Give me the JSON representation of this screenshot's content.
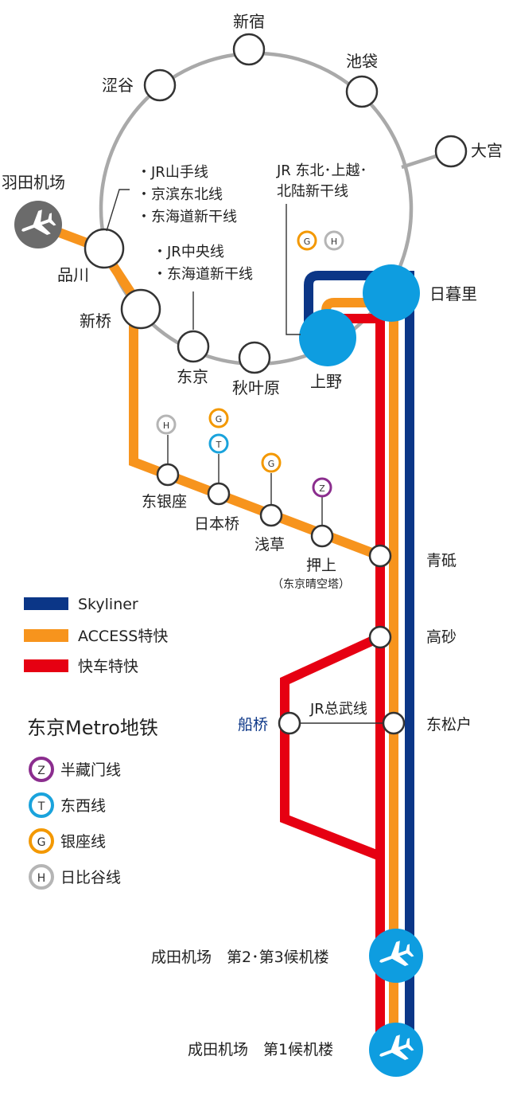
{
  "colors": {
    "skyliner": "#0b3687",
    "access": "#f7941d",
    "kaisoku": "#e60012",
    "jr_ring": "#a9a9a9",
    "airport_gray": "#6b6b6b",
    "airport_blue": "#0e9de0",
    "hanzomon": "#8b2d8e",
    "tozai": "#1aa3dc",
    "ginza": "#f39800",
    "hibiya": "#b5b5b5",
    "funabashi_text": "#0b3687"
  },
  "jr_ring": {
    "stations": {
      "shinjuku": "新宿",
      "ikebukuro": "池袋",
      "shibuya": "涩谷",
      "omiya": "大宫",
      "shinagawa": "品川",
      "shinbashi": "新桥",
      "tokyo": "东京",
      "akihabara": "秋叶原",
      "ueno": "上野",
      "nippori": "日暮里"
    },
    "notes": {
      "shinagawa_lines": [
        "・JR山手线",
        "・京滨东北线",
        "・东海道新干线"
      ],
      "tokyo_lines": [
        "・JR中央线",
        "・东海道新干线"
      ],
      "ueno_lines": [
        "JR 东北･上越･",
        "北陆新干线"
      ]
    }
  },
  "airports": {
    "haneda": "羽田机场",
    "narita_t23": "成田机场　第2･第3候机楼",
    "narita_t1": "成田机场　第1候机楼"
  },
  "stations": {
    "higashi_ginza": "东银座",
    "nihonbashi": "日本桥",
    "asakusa": "浅草",
    "oshiage": "押上",
    "oshiage_sub": "（东京晴空塔）",
    "aoto": "青砥",
    "takasago": "高砂",
    "funabashi": "船桥",
    "higashi_matsudo": "东松户",
    "jr_sobu": "JR总武线"
  },
  "legend": {
    "lines": [
      {
        "name": "Skyliner",
        "color": "#0b3687"
      },
      {
        "name": "ACCESS特快",
        "color": "#f7941d"
      },
      {
        "name": "快车特快",
        "color": "#e60012"
      }
    ],
    "metro_title": "东京Metro地铁",
    "metro_lines": [
      {
        "letter": "Z",
        "name": "半藏门线",
        "color": "#8b2d8e"
      },
      {
        "letter": "T",
        "name": "东西线",
        "color": "#1aa3dc"
      },
      {
        "letter": "G",
        "name": "银座线",
        "color": "#f39800"
      },
      {
        "letter": "H",
        "name": "日比谷线",
        "color": "#b5b5b5"
      }
    ]
  },
  "badges": {
    "g": "G",
    "h": "H",
    "t": "T",
    "z": "Z"
  },
  "icons": {
    "airport": "airplane-icon"
  }
}
